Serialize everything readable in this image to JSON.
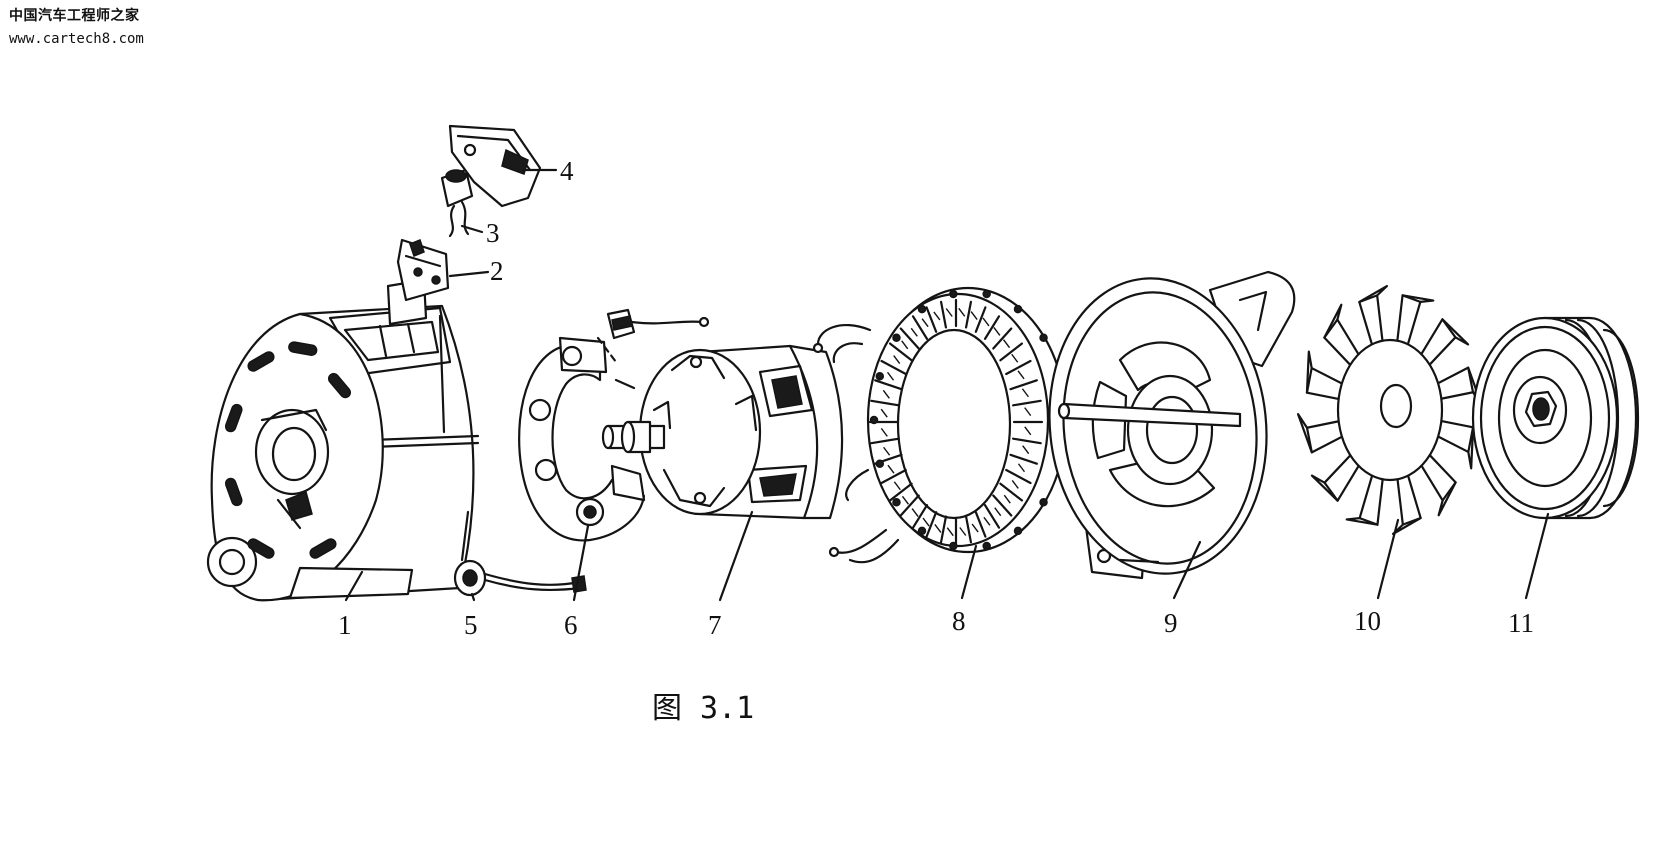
{
  "watermark": {
    "line1": "中国汽车工程师之家",
    "line2": "www.cartech8.com"
  },
  "labels": [
    "1",
    "2",
    "3",
    "4",
    "5",
    "6",
    "7",
    "8",
    "9",
    "10",
    "11"
  ],
  "caption": "图 3.1"
}
